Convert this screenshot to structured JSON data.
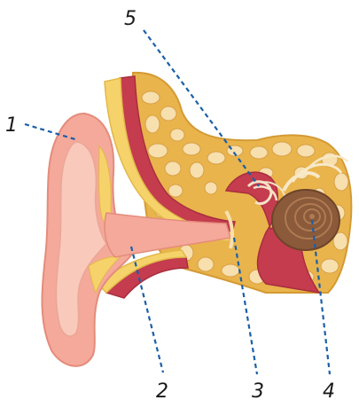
{
  "callouts": [
    {
      "id": "1",
      "label": "1"
    },
    {
      "id": "2",
      "label": "2"
    },
    {
      "id": "3",
      "label": "3"
    },
    {
      "id": "4",
      "label": "4"
    },
    {
      "id": "5",
      "label": "5"
    }
  ],
  "colors": {
    "leader_line": "#1a5fa8",
    "skin": "#f4a99a",
    "skin_light": "#f9c9bc",
    "cartilage": "#f6d36a",
    "bone": "#e9b44c",
    "bone_cell": "#f7dfae",
    "muscle": "#c43c4e",
    "cochlea": "#8a5a3a"
  }
}
